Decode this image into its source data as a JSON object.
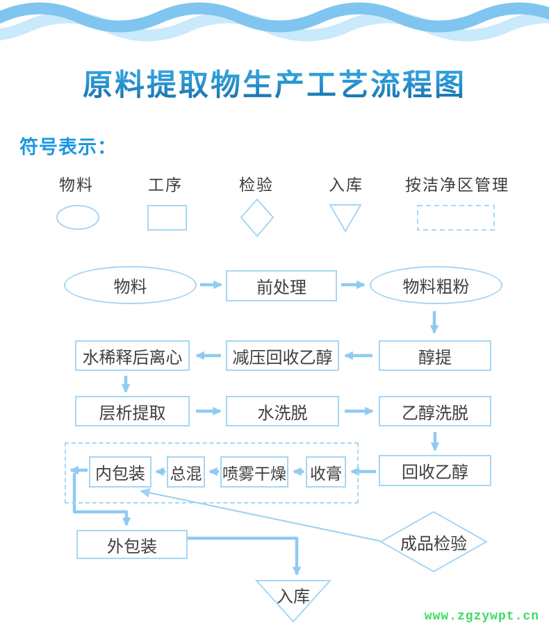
{
  "title": "原料提取物生产工艺流程图",
  "legend": {
    "heading": "符号表示：",
    "items": [
      {
        "label": "物料",
        "shape": "ellipse"
      },
      {
        "label": "工序",
        "shape": "rectangle"
      },
      {
        "label": "检验",
        "shape": "diamond"
      },
      {
        "label": "入库",
        "shape": "triangle-down"
      },
      {
        "label": "按洁净区管理",
        "shape": "dashed-rectangle"
      }
    ]
  },
  "flowchart": {
    "nodes": [
      {
        "id": "wuliao",
        "label": "物料",
        "shape": "ellipse"
      },
      {
        "id": "qianchuli",
        "label": "前处理",
        "shape": "rect"
      },
      {
        "id": "wuliaocufen",
        "label": "物料粗粉",
        "shape": "ellipse"
      },
      {
        "id": "chunti",
        "label": "醇提",
        "shape": "rect"
      },
      {
        "id": "jianyahuishouyichun",
        "label": "减压回收乙醇",
        "shape": "rect"
      },
      {
        "id": "shuixishihoulixin",
        "label": "水稀释后离心",
        "shape": "rect"
      },
      {
        "id": "cengxitiqu",
        "label": "层析提取",
        "shape": "rect"
      },
      {
        "id": "shuixituo",
        "label": "水洗脱",
        "shape": "rect"
      },
      {
        "id": "yichunxituo",
        "label": "乙醇洗脱",
        "shape": "rect"
      },
      {
        "id": "huishouyichun",
        "label": "回收乙醇",
        "shape": "rect"
      },
      {
        "id": "shougao",
        "label": "收膏",
        "shape": "rect"
      },
      {
        "id": "penwuganzao",
        "label": "喷雾干燥",
        "shape": "rect"
      },
      {
        "id": "zonghun",
        "label": "总混",
        "shape": "rect"
      },
      {
        "id": "neibaozhuang",
        "label": "内包装",
        "shape": "rect"
      },
      {
        "id": "waibaozhuang",
        "label": "外包装",
        "shape": "rect"
      },
      {
        "id": "chengpinjianyan",
        "label": "成品检验",
        "shape": "diamond"
      },
      {
        "id": "ruku",
        "label": "入库",
        "shape": "triangle-down"
      }
    ],
    "edges": [
      {
        "from": "物料",
        "to": "前处理"
      },
      {
        "from": "前处理",
        "to": "物料粗粉"
      },
      {
        "from": "物料粗粉",
        "to": "醇提"
      },
      {
        "from": "醇提",
        "to": "减压回收乙醇"
      },
      {
        "from": "减压回收乙醇",
        "to": "水稀释后离心"
      },
      {
        "from": "水稀释后离心",
        "to": "层析提取"
      },
      {
        "from": "层析提取",
        "to": "水洗脱"
      },
      {
        "from": "水洗脱",
        "to": "乙醇洗脱"
      },
      {
        "from": "乙醇洗脱",
        "to": "回收乙醇"
      },
      {
        "from": "回收乙醇",
        "to": "收膏"
      },
      {
        "from": "收膏",
        "to": "喷雾干燥"
      },
      {
        "from": "喷雾干燥",
        "to": "总混"
      },
      {
        "from": "总混",
        "to": "内包装"
      },
      {
        "from": "内包装",
        "to": "外包装"
      },
      {
        "from": "成品检验",
        "to": "内包装"
      },
      {
        "from": "外包装",
        "to": "入库"
      }
    ],
    "dashed_zone_meaning": "按洁净区管理"
  },
  "watermark": "www.zgzywpt.cn",
  "colors": {
    "wave_main": "#7fc5f0",
    "wave_light": "#c9e9fc",
    "shape_stroke": "#a6d6f4",
    "arrow": "#8fcbf1",
    "node_text": "#3e3e3e",
    "legend_heading": "#1b97e2",
    "title_gradient_top": "#41abe6",
    "title_gradient_bottom": "#156aa4",
    "watermark_green": "#3bdc61"
  }
}
